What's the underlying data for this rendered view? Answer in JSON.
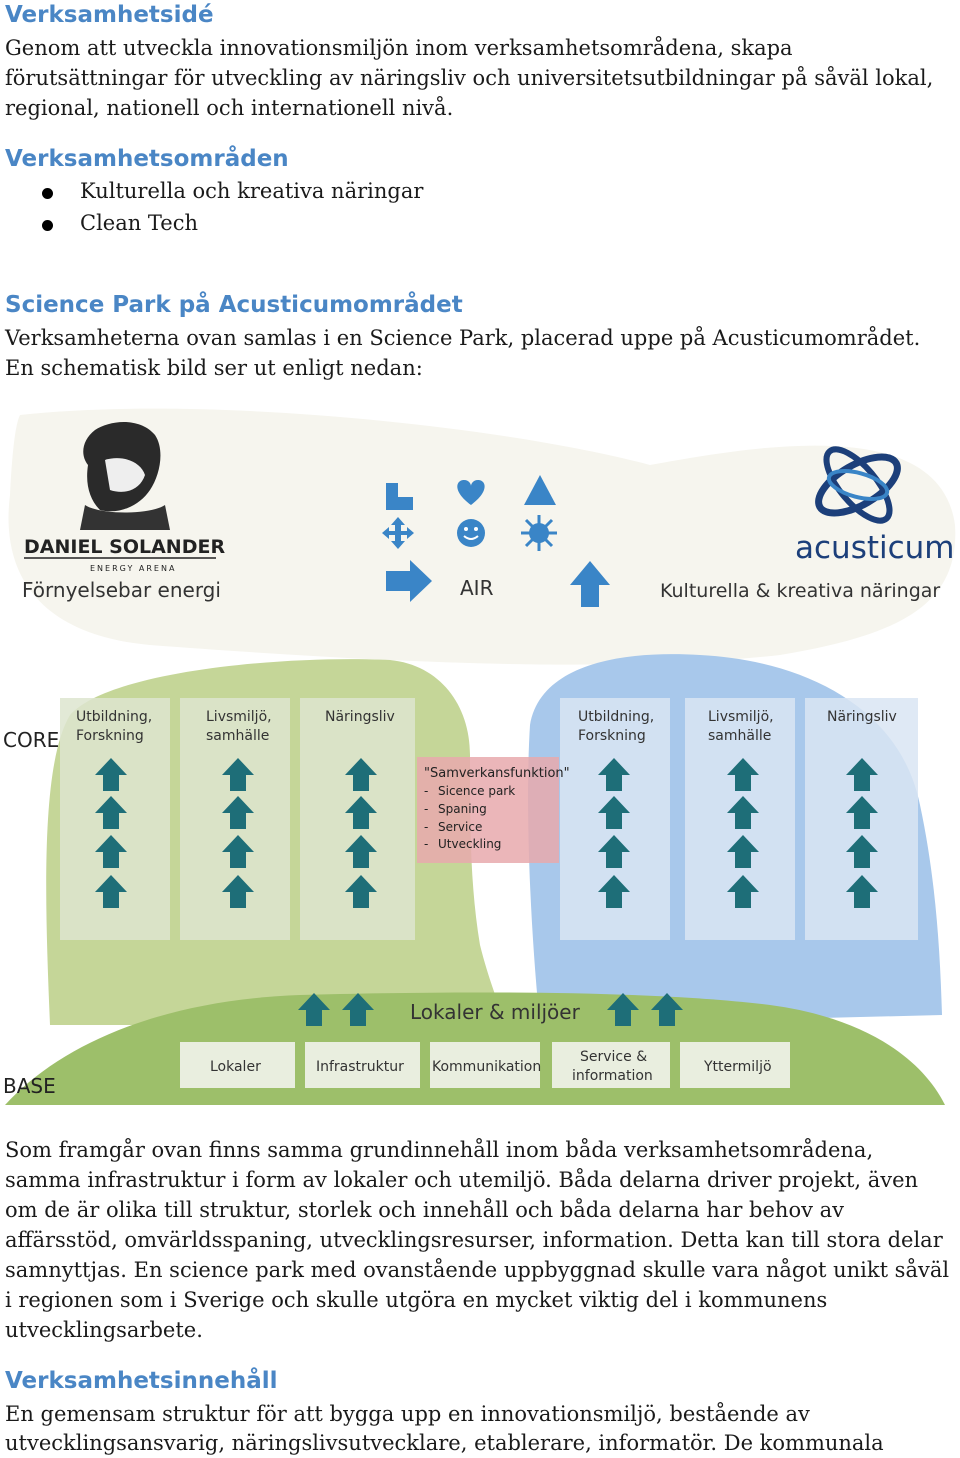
{
  "sections": {
    "s1_heading": "Verksamhetsidé",
    "s1_lines": [
      "Genom att utveckla innovationsmiljön inom verksamhetsområdena, skapa",
      "förutsättningar för utveckling av näringsliv och universitetsutbildningar på såväl lokal,",
      "regional, nationell och internationell nivå."
    ],
    "s2_heading": "Verksamhetsområden",
    "s2_bullets": [
      "Kulturella och kreativa näringar",
      "Clean Tech"
    ],
    "s3_heading": "Science Park på Acusticumområdet",
    "s3_lines": [
      "Verksamheterna ovan samlas i en  Science Park, placerad uppe på Acusticumområdet.",
      "En schematisk bild ser ut enligt nedan:"
    ],
    "s4_lines": [
      "Som framgår ovan finns samma grundinnehåll inom båda verksamhetsområdena,",
      "samma infrastruktur i form av lokaler och utemiljö. Båda delarna driver projekt, även",
      "om de är olika till struktur, storlek och innehåll och båda delarna har behov av",
      "affärsstöd, omvärldsspaning, utvecklingsresurser, information. Detta kan till stora delar",
      "samnyttjas. En science park med ovanstående uppbyggnad skulle vara något unikt såväl",
      "i regionen som i Sverige och skulle utgöra en mycket viktig del i kommunens",
      "utvecklingsarbete."
    ],
    "s5_heading": "Verksamhetsinnehåll",
    "s5_lines": [
      "En gemensam struktur för att bygga upp en innovationsmiljö, bestående av",
      "utvecklingsansvarig, näringslivsutvecklare, etablerare, informatör. De kommunala"
    ]
  },
  "diagram": {
    "logo_left_name": "DANIEL SOLANDER",
    "logo_left_sub": "ENERGY ARENA",
    "logo_left_caption": "Förnyelsebar energi",
    "logo_right_name": "acusticum",
    "logo_right_caption": "Kulturella & kreativa näringar",
    "air_label": "AIR",
    "core_label": "CORE",
    "base_label": "BASE",
    "left_columns": [
      {
        "line1": "Utbildning,",
        "line2": "Forskning"
      },
      {
        "line1": "Livsmiljö,",
        "line2": "samhälle"
      },
      {
        "line1": "Näringsliv",
        "line2": ""
      }
    ],
    "right_columns": [
      {
        "line1": "Utbildning,",
        "line2": "Forskning"
      },
      {
        "line1": "Livsmiljö,",
        "line2": "samhälle"
      },
      {
        "line1": "Näringsliv",
        "line2": ""
      }
    ],
    "center_box_title": "\"Samverkansfunktion\"",
    "center_box_items": [
      "Sicence park",
      "Spaning",
      "Service",
      "Utveckling"
    ],
    "base_title": "Lokaler & miljöer",
    "base_boxes": [
      {
        "line1": "Lokaler",
        "line2": ""
      },
      {
        "line1": "Infrastruktur",
        "line2": ""
      },
      {
        "line1": "Kommunikation",
        "line2": ""
      },
      {
        "line1": "Service &",
        "line2": "information"
      },
      {
        "line1": "Yttermiljö",
        "line2": ""
      }
    ],
    "colors": {
      "heading": "#4a86c5",
      "left_blob": "#bfd08c",
      "right_blob": "#9fc1e6",
      "base_blob": "#98b867",
      "arrow_teal": "#1e6e78",
      "icon_blue": "#3a85c7",
      "center_box": "#e3a4a8"
    },
    "icons": [
      "square-corner-icon",
      "heart-icon",
      "triangle-icon",
      "move-cross-icon",
      "smiley-icon",
      "sun-icon",
      "arrow-right-icon",
      "arrow-up-icon",
      "atom-orbit-logo",
      "portrait-logo"
    ]
  }
}
